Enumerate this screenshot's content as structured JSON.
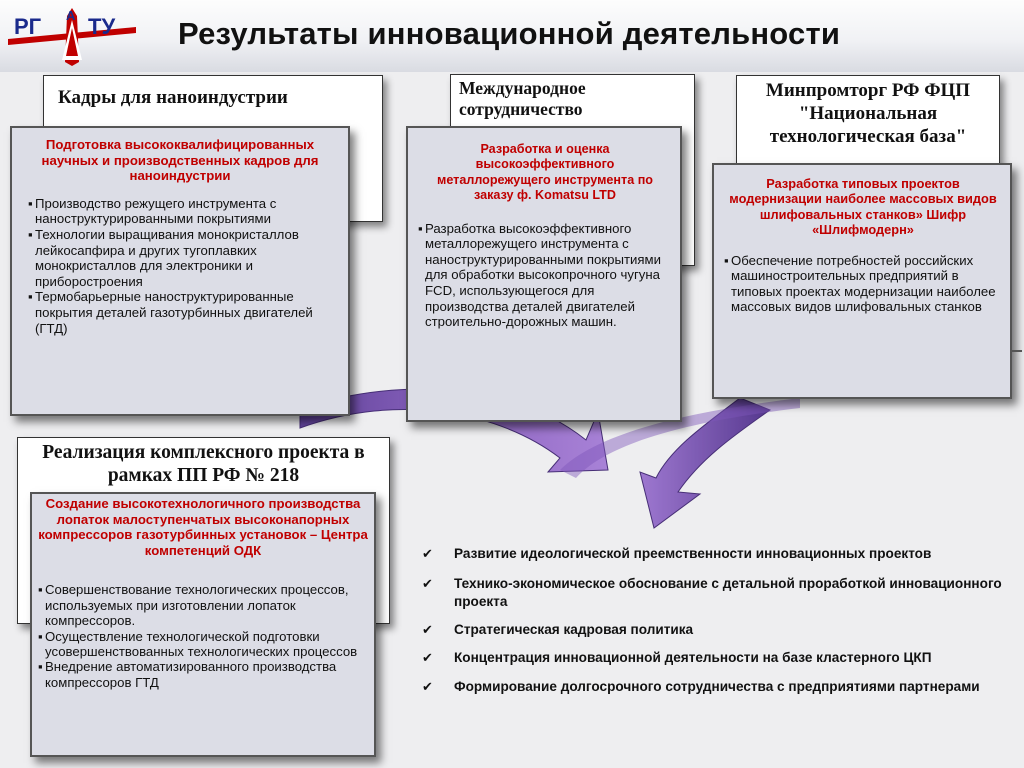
{
  "header": {
    "logo_text": "РГАТУ",
    "title": "Результаты инновационной деятельности"
  },
  "colors": {
    "accent_red": "#c00000",
    "swoosh_purple": "#7a4fb3",
    "card_fill": "#dcdde6"
  },
  "cards": [
    {
      "heading": "Кадры для наноиндустрии",
      "subtitle": "Подготовка высококвалифицированных научных и производственных  кадров для наноиндустрии",
      "bullets": [
        "Производство режущего инструмента с наноструктурированными покрытиями",
        "Технологии выращивания монокристаллов лейкосапфира и других тугоплавких монокристаллов для электроники и приборостроения",
        "Термобарьерные наноструктурированные покрытия деталей газотурбинных двигателей (ГТД)"
      ]
    },
    {
      "heading": "Международное сотрудничество",
      "subtitle": "Разработка и оценка высокоэффективного металлорежущего инструмента по заказу ф. Komatsu LTD",
      "bullets": [
        "Разработка высокоэффективного металлорежущего инструмента с наноструктурированными покрытиями для обработки высокопрочного чугуна FCD, использующегося для производства деталей двигателей строительно-дорожных машин."
      ]
    },
    {
      "heading": "Минпромторг РФ ФЦП \"Национальная технологическая база\"",
      "subtitle": "Разработка типовых проектов модернизации наиболее массовых видов шлифовальных станков» Шифр «Шлифмодерн»",
      "bullets": [
        "Обеспечение потребностей российских машиностроительных предприятий в типовых проектах модернизации наиболее массовых видов шлифовальных станков"
      ]
    },
    {
      "heading": "Реализация комплексного проекта в рамках ПП РФ № 218",
      "subtitle": "Создание высокотехнологичного производства лопаток малоступенчатых высоконапорных компрессоров газотурбинных установок – Центра компетенций ОДК",
      "bullets": [
        "Совершенствование технологических процессов, используемых при изготовлении лопаток компрессоров.",
        "Осуществление технологической подготовки усовершенствованных технологических процессов",
        "Внедрение автоматизированного производства компрессоров ГТД"
      ]
    }
  ],
  "checklist": [
    "Развитие идеологической преемственности инновационных проектов",
    "Технико-экономическое обоснование с детальной проработкой инновационного проекта",
    "Стратегическая кадровая политика",
    "Концентрация инновационной деятельности на базе кластерного ЦКП",
    "Формирование долгосрочного сотрудничества с предприятиями партнерами"
  ],
  "bullet_glyph": "▪",
  "check_glyph": "✔"
}
